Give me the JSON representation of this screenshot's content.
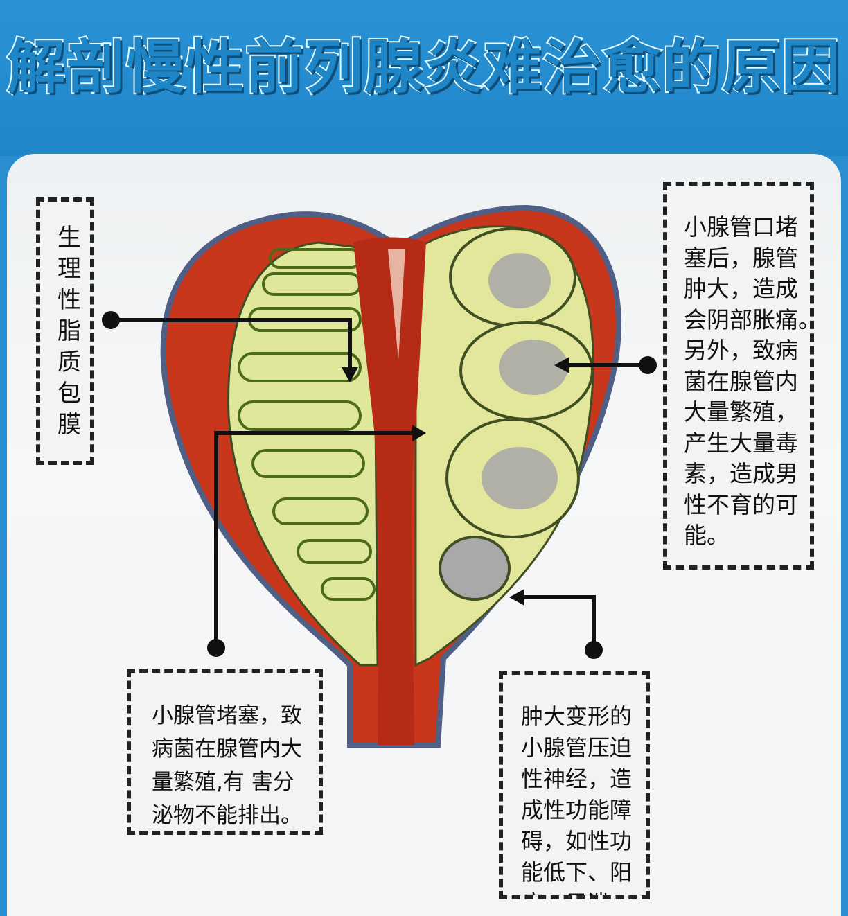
{
  "title": "解剖慢性前列腺炎难治愈的原因",
  "labels": {
    "left": "生理性脂质包膜",
    "right": [
      "小腺管口堵",
      "塞后，腺管",
      "肿大，造成",
      "会阴部胀痛。",
      "另外，致病",
      "菌在腺管内",
      "大量繁殖，",
      "产生大量毒",
      "素，造成男",
      "性不育的可",
      "能。"
    ],
    "bottom_left": [
      "小腺管堵塞，致",
      "病菌在腺管内大",
      "量繁殖,有 害分",
      "泌物不能排出。"
    ],
    "bottom_right": [
      "肿大变形的",
      "小腺管压迫",
      "性神经，造",
      "成性功能障",
      "碍，如性功",
      "能低下、阳",
      "痿、早泄"
    ]
  },
  "colors": {
    "header": "#2a93d6",
    "capsule": "#c8361c",
    "gland": "#dfe79a",
    "urethra": "#b52b16",
    "cyst": "#a9a9a9"
  }
}
